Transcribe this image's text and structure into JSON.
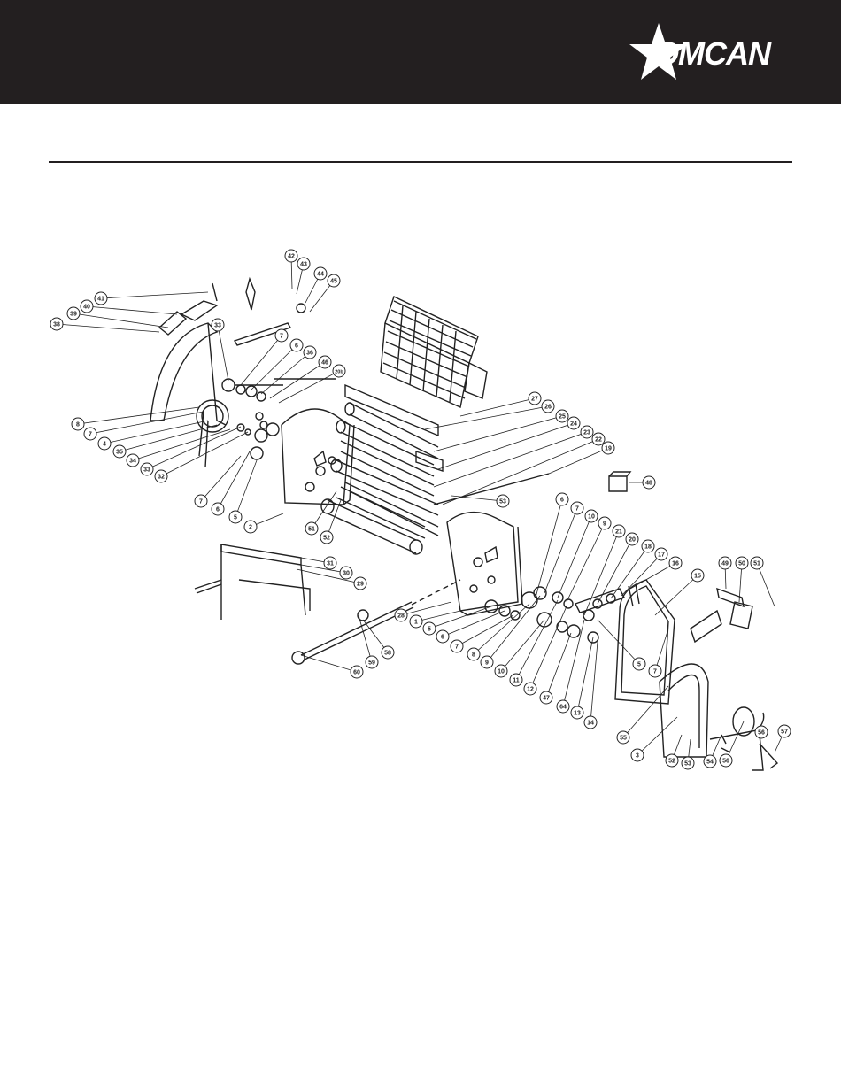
{
  "header": {
    "brand": "OMCAN",
    "background_color": "#231f20",
    "logo_icon": "star-icon"
  },
  "diagram": {
    "callouts": [
      {
        "label": "42",
        "part": "feed-tray"
      },
      {
        "label": "43",
        "part": "feed-tray"
      },
      {
        "label": "44",
        "part": "feed-tray"
      },
      {
        "label": "45",
        "part": "feed-tray"
      },
      {
        "label": "41",
        "part": "scraper-bar"
      },
      {
        "label": "40",
        "part": "scraper-bar"
      },
      {
        "label": "39",
        "part": "scraper-bar"
      },
      {
        "label": "38",
        "part": "scraper-bar"
      },
      {
        "label": "33",
        "part": "left-gear"
      },
      {
        "label": "7",
        "part": "left-gear"
      },
      {
        "label": "6",
        "part": "left-gear"
      },
      {
        "label": "36",
        "part": "left-gear"
      },
      {
        "label": "46",
        "part": "left-gear"
      },
      {
        "label": "20b",
        "part": "left-gear"
      },
      {
        "label": "27",
        "part": "feed-tray"
      },
      {
        "label": "26",
        "part": "roller"
      },
      {
        "label": "25",
        "part": "roller"
      },
      {
        "label": "24",
        "part": "roller"
      },
      {
        "label": "23",
        "part": "roller"
      },
      {
        "label": "22",
        "part": "roller"
      },
      {
        "label": "19",
        "part": "roller"
      },
      {
        "label": "48",
        "part": "side-frame"
      },
      {
        "label": "8",
        "part": "left-gear"
      },
      {
        "label": "7",
        "part": "left-gear"
      },
      {
        "label": "4",
        "part": "left-gear"
      },
      {
        "label": "35",
        "part": "left-gear"
      },
      {
        "label": "34",
        "part": "left-gear"
      },
      {
        "label": "33",
        "part": "left-gear"
      },
      {
        "label": "32",
        "part": "left-gear"
      },
      {
        "label": "7",
        "part": "left-gear"
      },
      {
        "label": "6",
        "part": "left-gear"
      },
      {
        "label": "5",
        "part": "left-gear"
      },
      {
        "label": "2",
        "part": "side-frame"
      },
      {
        "label": "51",
        "part": "roller"
      },
      {
        "label": "52",
        "part": "roller"
      },
      {
        "label": "53",
        "part": "roller"
      },
      {
        "label": "31",
        "part": "base"
      },
      {
        "label": "30",
        "part": "base"
      },
      {
        "label": "29",
        "part": "base"
      },
      {
        "label": "28",
        "part": "side-frame"
      },
      {
        "label": "1",
        "part": "side-frame"
      },
      {
        "label": "5",
        "part": "right-gear"
      },
      {
        "label": "6",
        "part": "right-gear"
      },
      {
        "label": "7",
        "part": "right-gear"
      },
      {
        "label": "8",
        "part": "right-gear"
      },
      {
        "label": "9",
        "part": "right-gear"
      },
      {
        "label": "10",
        "part": "right-gear"
      },
      {
        "label": "11",
        "part": "right-gear"
      },
      {
        "label": "12",
        "part": "right-gear"
      },
      {
        "label": "47",
        "part": "right-gear"
      },
      {
        "label": "64",
        "part": "right-gear"
      },
      {
        "label": "13",
        "part": "right-gear"
      },
      {
        "label": "14",
        "part": "right-gear"
      },
      {
        "label": "59",
        "part": "handle"
      },
      {
        "label": "58",
        "part": "handle"
      },
      {
        "label": "60",
        "part": "handle"
      },
      {
        "label": "6",
        "part": "right-gear"
      },
      {
        "label": "7",
        "part": "right-gear"
      },
      {
        "label": "10",
        "part": "right-gear"
      },
      {
        "label": "9",
        "part": "right-gear"
      },
      {
        "label": "21",
        "part": "right-gear"
      },
      {
        "label": "20",
        "part": "right-gear"
      },
      {
        "label": "18",
        "part": "right-gear"
      },
      {
        "label": "17",
        "part": "right-gear"
      },
      {
        "label": "16",
        "part": "right-gear"
      },
      {
        "label": "15",
        "part": "cover"
      },
      {
        "label": "49",
        "part": "cover"
      },
      {
        "label": "50",
        "part": "cover"
      },
      {
        "label": "51",
        "part": "cover"
      },
      {
        "label": "5",
        "part": "right-gear"
      },
      {
        "label": "7",
        "part": "right-gear"
      },
      {
        "label": "55",
        "part": "cover"
      },
      {
        "label": "3",
        "part": "cover"
      },
      {
        "label": "52",
        "part": "cover"
      },
      {
        "label": "53",
        "part": "cover"
      },
      {
        "label": "54",
        "part": "cover"
      },
      {
        "label": "56",
        "part": "cover"
      },
      {
        "label": "56",
        "part": "cover"
      },
      {
        "label": "57",
        "part": "cover"
      }
    ]
  }
}
